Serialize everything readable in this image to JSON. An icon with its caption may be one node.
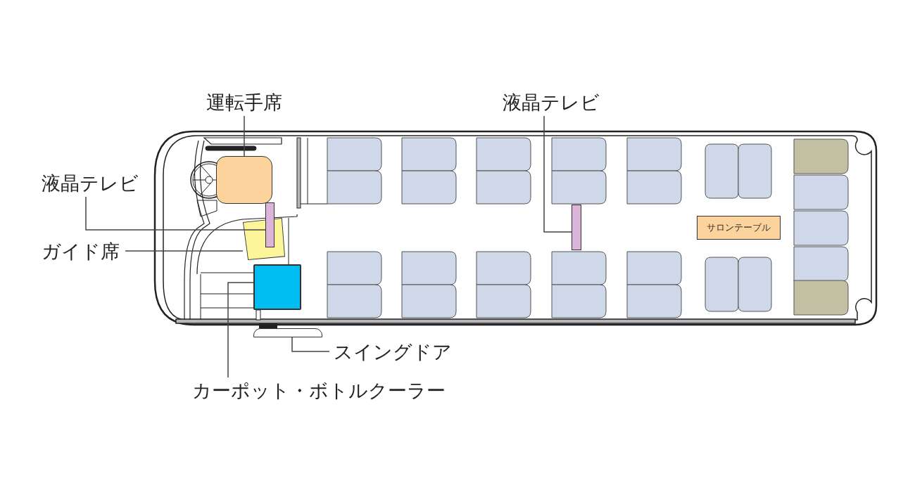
{
  "diagram": {
    "nodes": [
      {
        "text": [
          "運転手席"
        ]
      },
      {
        "text": [],
        "shape": "box"
      },
      {
        "text": [
          "液晶テレビ"
        ]
      },
      {
        "text": [],
        "shape": "bar"
      },
      {
        "text": [
          "液晶テレビ"
        ]
      },
      {
        "text": [],
        "shape": "bar"
      },
      {
        "text": [
          "ガイド席"
        ]
      },
      {
        "text": [],
        "shape": "box"
      },
      {
        "text": [
          "スイングドア"
        ]
      },
      {
        "text": [],
        "shape": "bar"
      },
      {
        "text": [
          "カーポット・ボトルクーラー"
        ]
      },
      {
        "text": [],
        "shape": "box"
      },
      {
        "text": [
          "サロンテーブル"
        ]
      }
    ],
    "edges": [
      {
        "from": 0,
        "to": 1,
        "arrow": "none"
      },
      {
        "from": 2,
        "to": 3,
        "arrow": "none"
      },
      {
        "from": 4,
        "to": 5,
        "arrow": "none"
      },
      {
        "from": 6,
        "to": 7,
        "arrow": "none"
      },
      {
        "from": 8,
        "to": 9,
        "arrow": "none"
      },
      {
        "from": 10,
        "to": 11,
        "arrow": "none"
      }
    ]
  }
}
